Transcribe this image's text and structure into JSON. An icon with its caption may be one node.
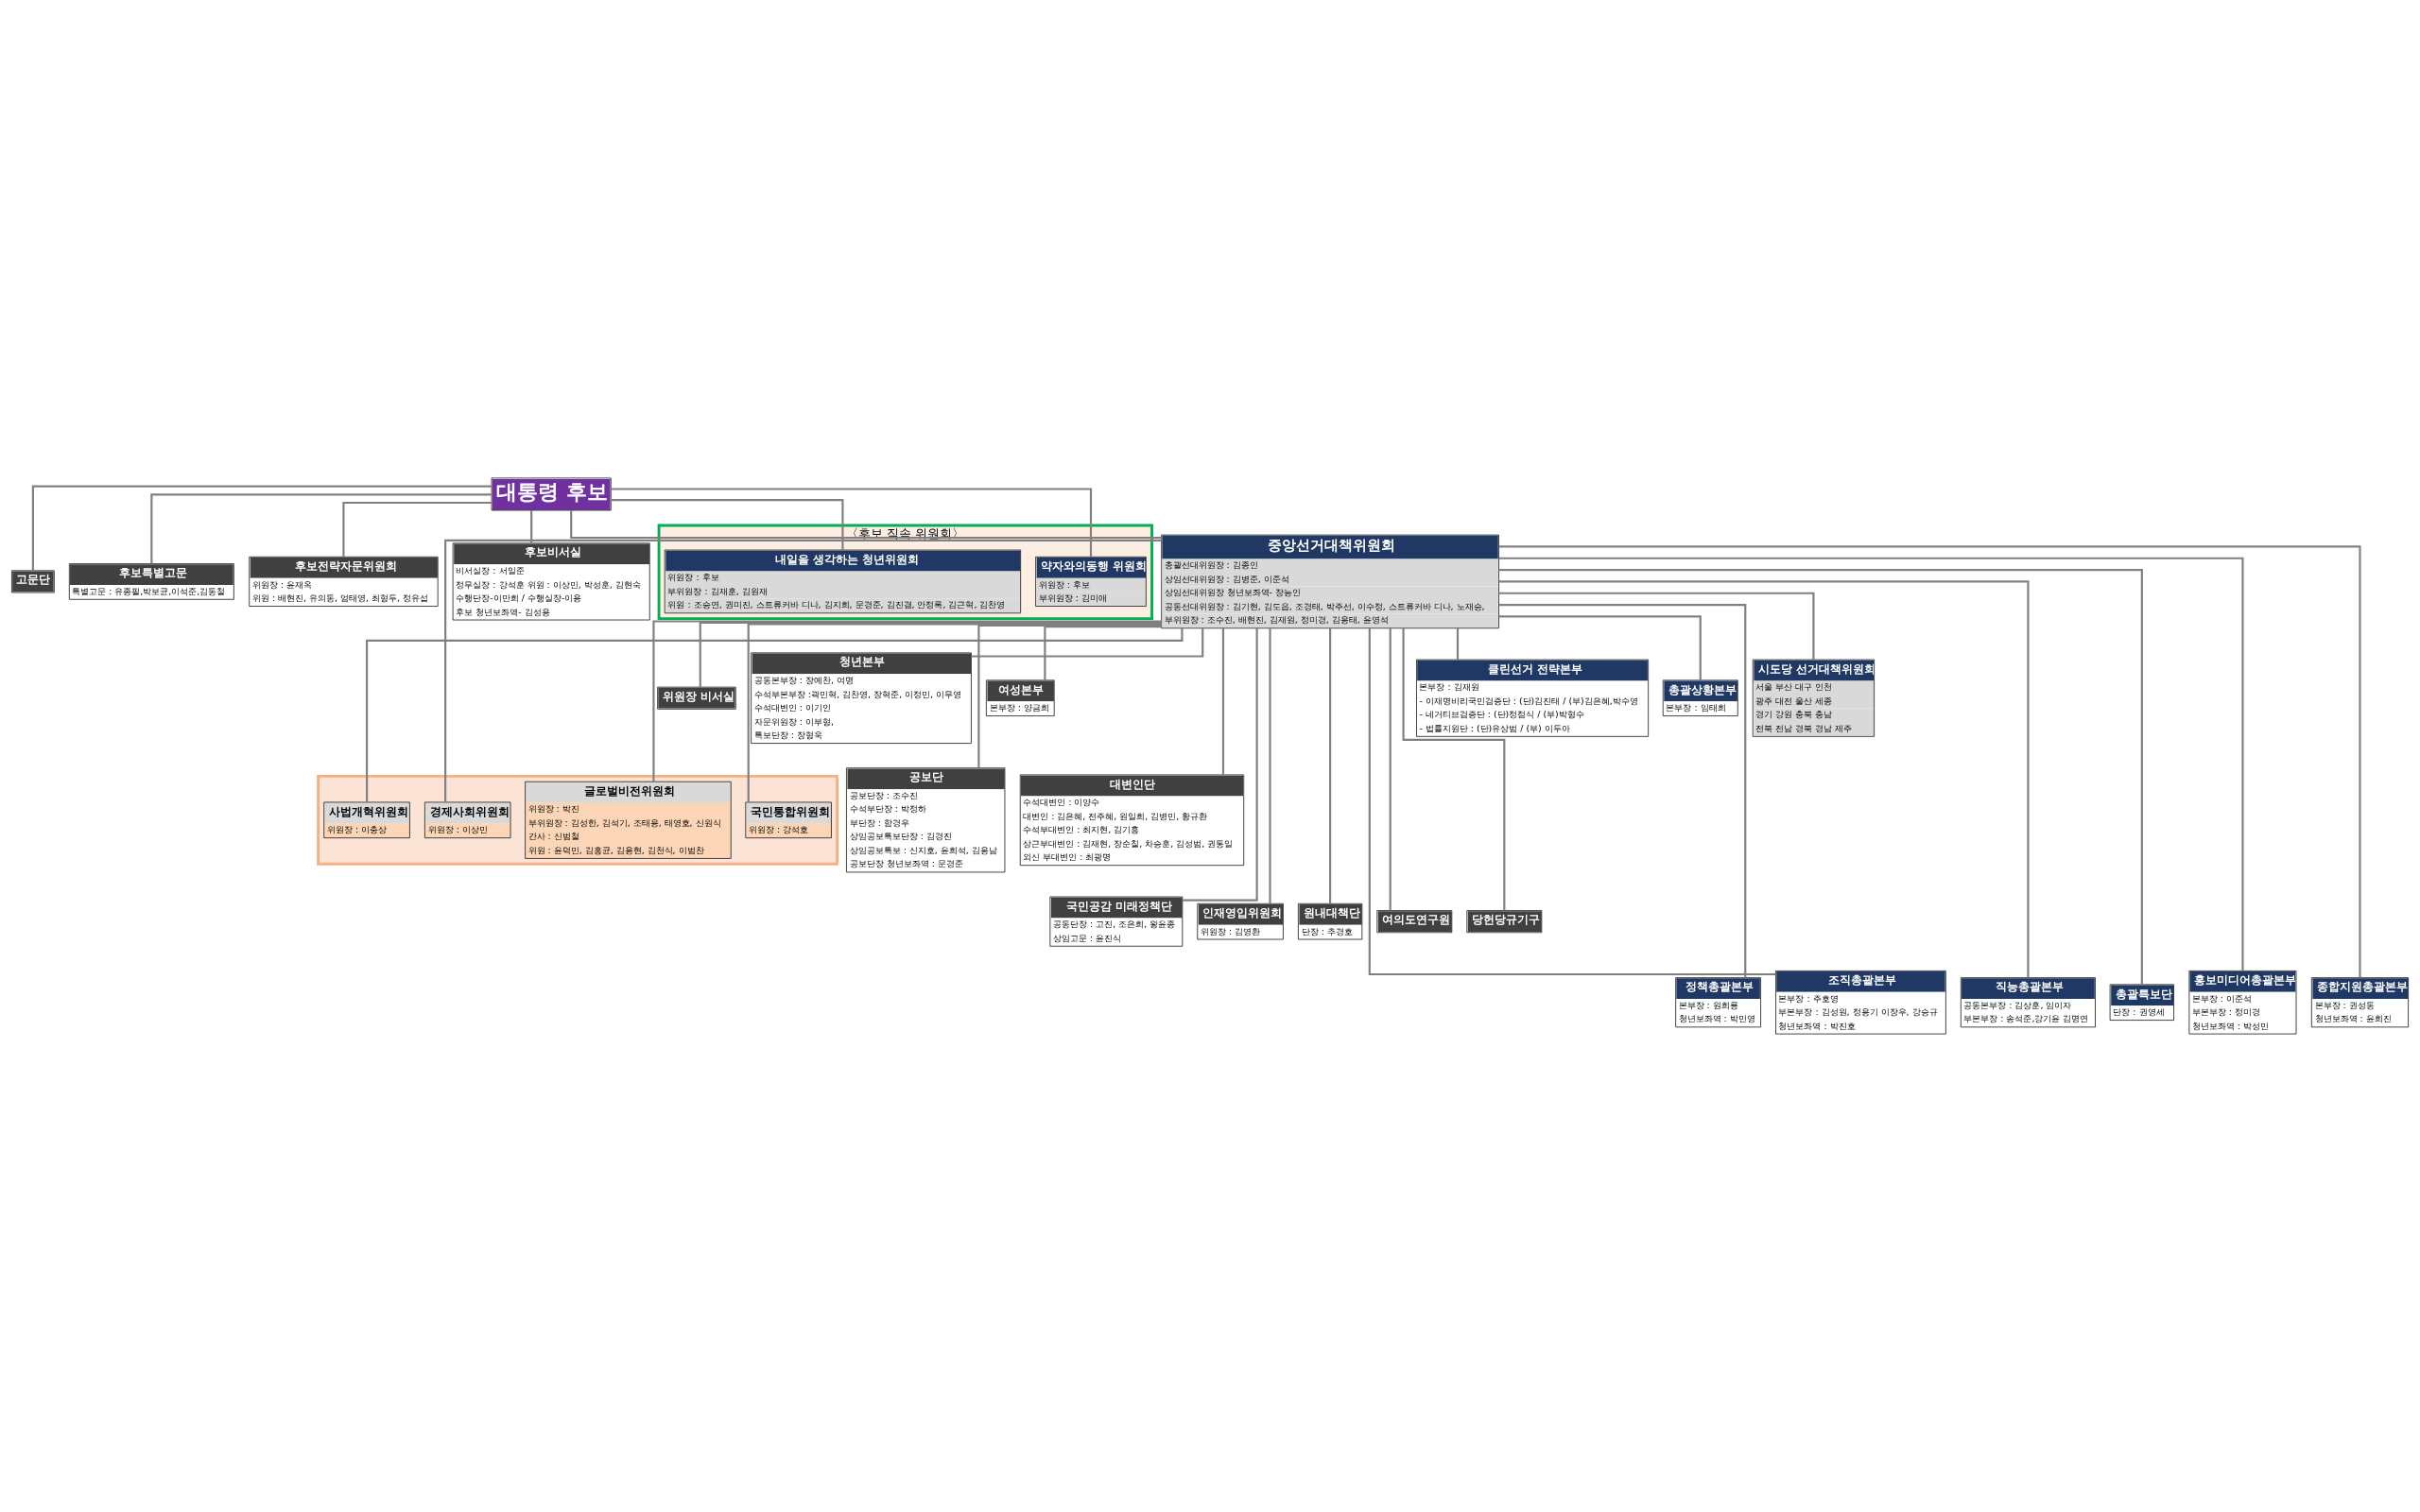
{
  "diagram": {
    "nodes": [
      {
        "text": [
          "대통령 후보"
        ]
      },
      {
        "text": [
          "고문단"
        ]
      },
      {
        "text": [
          "후보특별고문",
          "특별고문 : 유종필,박보균,이석준,김동철"
        ]
      },
      {
        "text": [
          "후보전략자문위원회",
          "위원장 : 윤재옥",
          "위원 : 배현진, 유의동, 엄태영, 최형두, 정유섭"
        ]
      },
      {
        "text": [
          "후보비서실",
          "비서실장 : 서일준",
          "정무실장 : 강석훈 위원 : 이상민, 박성훈, 김현숙",
          "수행단장-이만희 / 수행실장-이용",
          "후보 청년보좌역- 김성용"
        ]
      },
      {
        "text": [
          "〈후보 직속 위원회〉"
        ]
      },
      {
        "text": [
          "약자와의동행 위원회",
          "위원장 : 후보",
          "부위원장 : 김미애"
        ],
        "in": 5
      },
      {
        "text": [
          "내일을 생각하는 청년위원회",
          "위원장 : 후보",
          "부위원장 : 김재훈, 김원재",
          "위원 : 조승연, 권미진, 스트류커바 디나, 김지희, 문경준, 김진겸, 안정록, 김근혁, 김찬영"
        ],
        "in": 5
      },
      {
        "text": [
          "중앙선거대책위원회",
          "총괄선대위원장 : 김종인",
          "상임선대위원장 : 김병준, 이준석",
          "상임선대위원장 청년보좌역- 장능인",
          "공동선대위원장 : 김기현, 김도읍, 조경태, 박주선, 이수정, 스트류커바 디나, 노재승,",
          "부위원장 : 조수진, 배현진, 김재원, 정미경, 김용태, 윤영석"
        ]
      },
      {
        "text": [
          "위원장 비서실"
        ]
      },
      {
        "text": [
          "청년본부",
          "공동본부장 : 장예찬, 여명",
          "수석부본부장 :곽민혁, 김찬영, 장혁준, 이정민, 이무영",
          "수석대변인 : 이기인",
          "자문위원장 : 이부형,",
          "특보단장 : 장형욱"
        ]
      },
      {
        "text": [
          "여성본부",
          "본부장 : 양금희"
        ]
      },
      {
        "text": [],
        "shape": "box"
      },
      {
        "text": [
          "사법개혁위원회",
          "위원장 : 이충상"
        ],
        "in": 12
      },
      {
        "text": [
          "경제사회위원회",
          "위원장 : 이상민"
        ],
        "in": 12
      },
      {
        "text": [
          "글로벌비전위원회",
          "위원장 : 박진",
          "부위원장 : 김성한, 김석기, 조태용, 태영호, 신원식",
          "간사 : 신범철",
          "위원 : 윤덕민, 김홍균, 김용현, 김천식, 이범찬"
        ],
        "in": 12
      },
      {
        "text": [
          "국민통합위원회",
          "위원장 : 강석호"
        ],
        "in": 12
      },
      {
        "text": [
          "공보단",
          "공보단장 : 조수진",
          "수석부단장 : 박정하",
          "부단장 : 함경우",
          "상임공보특보단장 : 김경진",
          "상임공보특보 : 신지호, 윤희석, 김용남",
          "공보단장 청년보좌역 : 문경준"
        ]
      },
      {
        "text": [
          "대변인단",
          "수석대변인 : 이양수",
          "대변인 : 김은혜, 전주혜, 원일희, 김병민, 황규환",
          "수석부대변인 : 최지현, 김기흥",
          "상근부대변인 : 김재현, 장순칠, 차승훈, 김성범, 권통일",
          "외신 부대변인 : 최광명"
        ]
      },
      {
        "text": [
          "국민공감 미래정책단",
          "공동단장 : 고진, 조은희, 왕윤종",
          "상임고문 : 윤진식"
        ]
      },
      {
        "text": [
          "인재영입위원회",
          "위원장 : 김영환"
        ]
      },
      {
        "text": [
          "원내대책단",
          "단장 : 추경호"
        ]
      },
      {
        "text": [
          "여의도연구원"
        ]
      },
      {
        "text": [
          "당헌당규기구"
        ]
      },
      {
        "text": [
          "클린선거 전략본부",
          "본부장 : 김재원",
          "- 이재명비리국민검증단 : (단)김진태 / (부)김은혜,박수영",
          "- 네거티브검증단 : (단)정점식 / (부)박형수",
          "- 법률지원단 : (단)유상범 / (부) 이두아"
        ]
      },
      {
        "text": [
          "총괄상황본부",
          "본부장 : 임태희"
        ]
      },
      {
        "text": [
          "시도당 선거대책위원회",
          "서울 부산 대구 인천",
          "광주 대전 울산 세종",
          "경기 강원 충북 충남",
          "전북 전남 경북 경남 제주"
        ]
      },
      {
        "text": [
          "정책총괄본부",
          "본부장 : 원희룡",
          "청년보좌역 : 박민영"
        ]
      },
      {
        "text": [
          "조직총괄본부",
          "본부장 : 주호영",
          "부본부장 : 김성원, 정용기 이장우, 강승규",
          "청년보좌역 : 박진호"
        ]
      },
      {
        "text": [
          "직능총괄본부",
          "공동본부장 : 김상훈, 임이자",
          "부본부장 : 송석준,강기윤 김명연"
        ]
      },
      {
        "text": [
          "총괄특보단",
          "단장 : 권영세"
        ]
      },
      {
        "text": [
          "홍보미디어총괄본부",
          "본부장 : 이준석",
          "부본부장 : 정미경",
          "청년보좌역 : 박성민"
        ]
      },
      {
        "text": [
          "종합지원총괄본부",
          "본부장 : 권성동",
          "청년보좌역 : 윤희진"
        ]
      }
    ],
    "edges": [
      {
        "from": 0,
        "to": 1,
        "arrow": "none"
      },
      {
        "from": 0,
        "to": 2,
        "arrow": "none"
      },
      {
        "from": 0,
        "to": 3,
        "arrow": "none"
      },
      {
        "from": 0,
        "to": 4,
        "arrow": "none"
      },
      {
        "from": 0,
        "to": 6,
        "arrow": "none"
      },
      {
        "from": 0,
        "to": 7,
        "arrow": "none"
      },
      {
        "from": 0,
        "to": 8,
        "arrow": "none"
      },
      {
        "from": 8,
        "to": 9,
        "arrow": "none"
      },
      {
        "from": 8,
        "to": 10,
        "arrow": "none"
      },
      {
        "from": 8,
        "to": 11,
        "arrow": "none"
      },
      {
        "from": 8,
        "to": 13,
        "arrow": "none"
      },
      {
        "from": 8,
        "to": 14,
        "arrow": "none"
      },
      {
        "from": 8,
        "to": 15,
        "arrow": "none"
      },
      {
        "from": 8,
        "to": 16,
        "arrow": "none"
      },
      {
        "from": 8,
        "to": 17,
        "arrow": "none"
      },
      {
        "from": 8,
        "to": 18,
        "arrow": "none"
      },
      {
        "from": 8,
        "to": 19,
        "arrow": "none"
      },
      {
        "from": 8,
        "to": 20,
        "arrow": "none"
      },
      {
        "from": 8,
        "to": 21,
        "arrow": "none"
      },
      {
        "from": 8,
        "to": 22,
        "arrow": "none"
      },
      {
        "from": 8,
        "to": 23,
        "arrow": "none"
      },
      {
        "from": 8,
        "to": 24,
        "arrow": "none"
      },
      {
        "from": 8,
        "to": 25,
        "arrow": "none"
      },
      {
        "from": 8,
        "to": 26,
        "arrow": "none"
      },
      {
        "from": 8,
        "to": 27,
        "arrow": "none"
      },
      {
        "from": 8,
        "to": 28,
        "arrow": "none"
      },
      {
        "from": 8,
        "to": 29,
        "arrow": "none"
      },
      {
        "from": 8,
        "to": 30,
        "arrow": "none"
      },
      {
        "from": 8,
        "to": 31,
        "arrow": "none"
      },
      {
        "from": 8,
        "to": 32,
        "arrow": "none"
      }
    ]
  }
}
